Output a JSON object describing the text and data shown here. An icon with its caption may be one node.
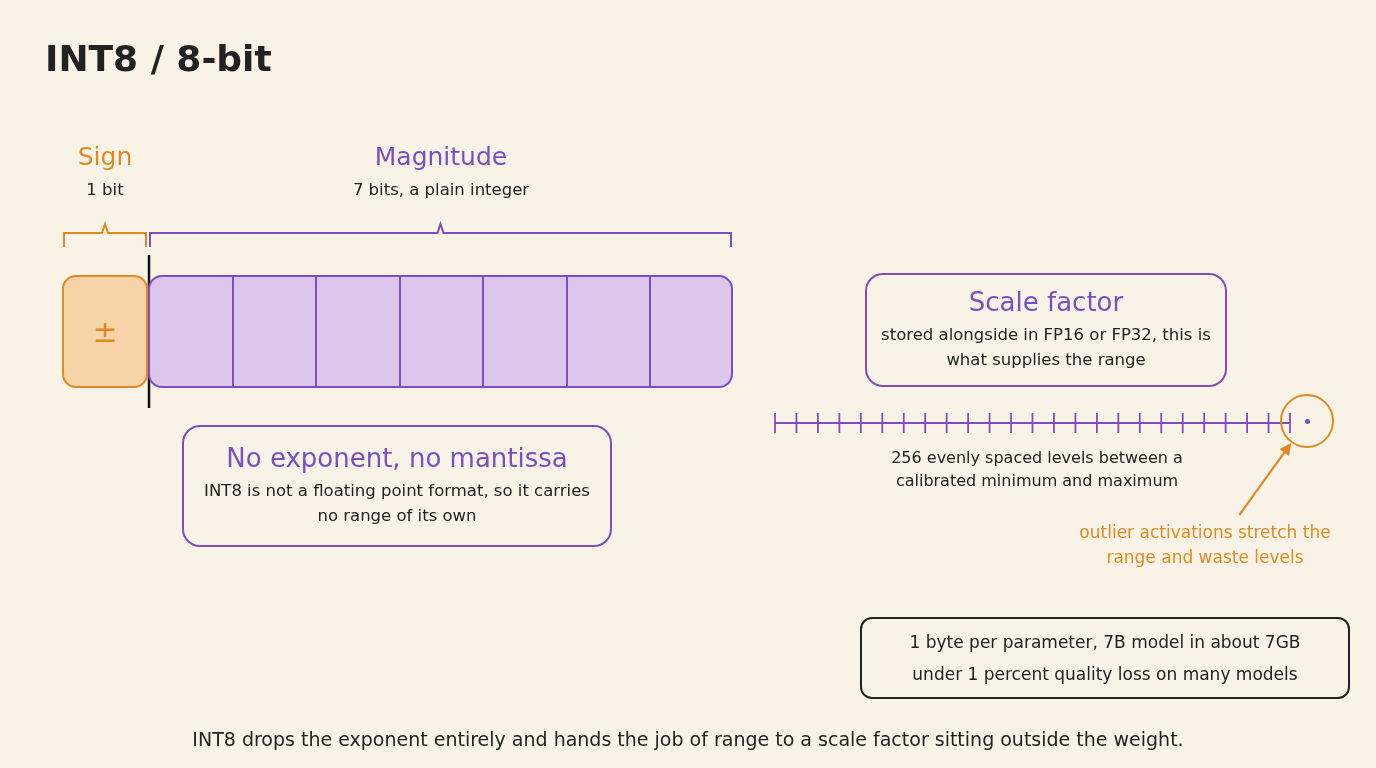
{
  "diagram": {
    "title": "INT8 / 8-bit",
    "caption": "INT8 drops the exponent entirely and hands the job of range to a scale factor sitting outside the weight.",
    "nodes": [
      {
        "text": [
          "±"
        ],
        "beside": [
          "Sign",
          "1 bit"
        ]
      },
      {
        "text": [],
        "shape": "bar",
        "beside": [
          "Magnitude",
          "7 bits, a plain integer"
        ]
      },
      {
        "text": [
          "No exponent, no mantissa",
          "INT8 is not a floating point format, so it carries no range of its own"
        ]
      },
      {
        "text": [
          "Scale factor",
          "stored alongside in FP16 or FP32, this is what supplies the range"
        ]
      },
      {
        "text": [],
        "shape": "circle"
      },
      {
        "text": [
          "outlier activations stretch the range and waste levels"
        ]
      },
      {
        "text": [
          "1 byte per parameter, 7B model in about 7GB",
          "under 1 percent quality loss on many models"
        ]
      }
    ],
    "edges": [
      {
        "from": 5,
        "to": 4,
        "arrow": "to",
        "color": "#e08a24"
      }
    ],
    "labels": [
      "256 evenly spaced levels between a calibrated minimum and maximum"
    ]
  }
}
